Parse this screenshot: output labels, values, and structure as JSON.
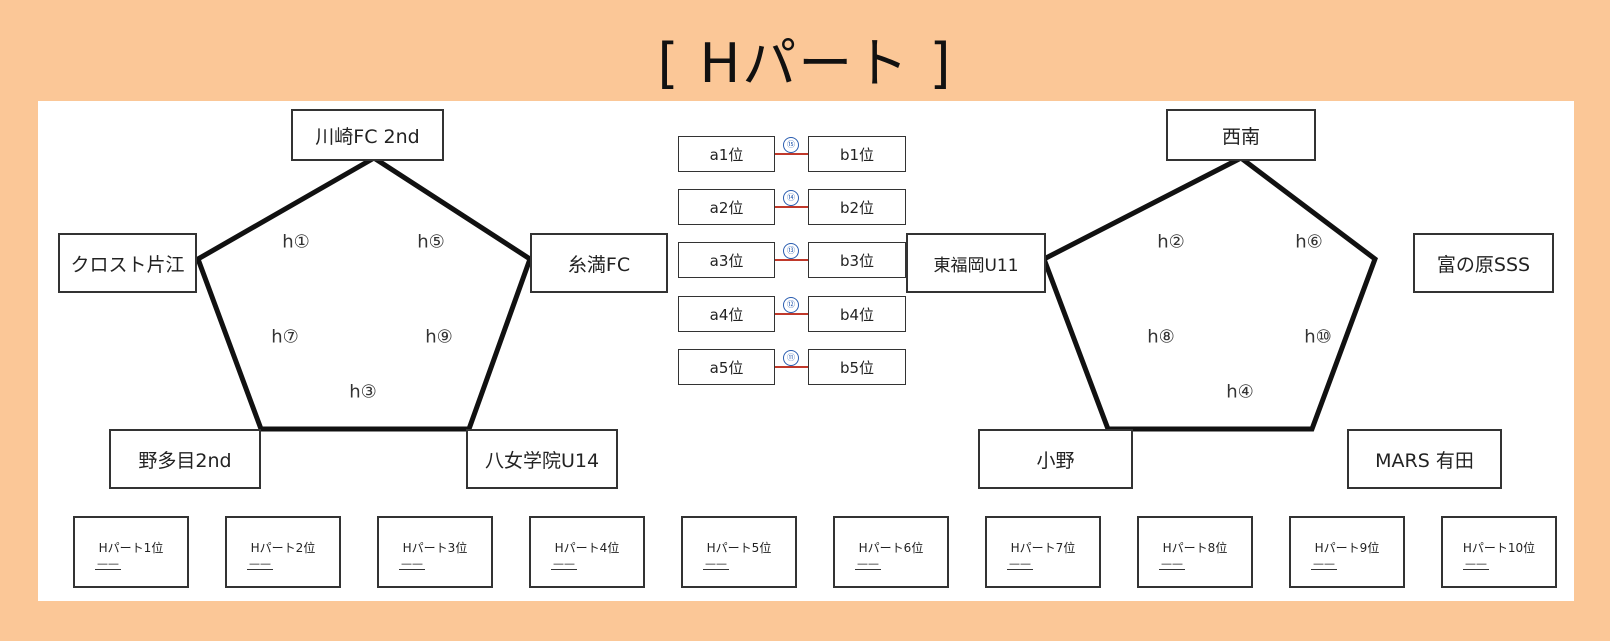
{
  "title": "[ Hパート ]",
  "left_group": {
    "teams": {
      "top": "川崎FC 2nd",
      "left": "クロスト片江",
      "right": "糸満FC",
      "bottom_left": "野多目2nd",
      "bottom_right": "八女学院U14"
    },
    "matches": [
      "h①",
      "h⑤",
      "h⑦",
      "h⑨",
      "h③"
    ]
  },
  "right_group": {
    "teams": {
      "top": "西南",
      "left": "東福岡U11",
      "right": "富の原SSS",
      "bottom_left": "小野",
      "bottom_right": "MARS 有田"
    },
    "matches": [
      "h②",
      "h⑥",
      "h⑧",
      "h⑩",
      "h④"
    ]
  },
  "ranking_matches": [
    {
      "a": "a1位",
      "num": "⑮",
      "b": "b1位"
    },
    {
      "a": "a2位",
      "num": "⑭",
      "b": "b2位"
    },
    {
      "a": "a3位",
      "num": "⑬",
      "b": "b3位"
    },
    {
      "a": "a4位",
      "num": "⑫",
      "b": "b4位"
    },
    {
      "a": "a5位",
      "num": "⑪",
      "b": "b5位"
    }
  ],
  "results": [
    {
      "label": "Hパート1位",
      "value": "——"
    },
    {
      "label": "Hパート2位",
      "value": "——"
    },
    {
      "label": "Hパート3位",
      "value": "——"
    },
    {
      "label": "Hパート4位",
      "value": "——"
    },
    {
      "label": "Hパート5位",
      "value": "——"
    },
    {
      "label": "Hパート6位",
      "value": "——"
    },
    {
      "label": "Hパート7位",
      "value": "——"
    },
    {
      "label": "Hパート8位",
      "value": "——"
    },
    {
      "label": "Hパート9位",
      "value": "——"
    },
    {
      "label": "Hパート10位",
      "value": "——"
    }
  ],
  "colors": {
    "background": "#fbc797",
    "panel": "#ffffff",
    "pentagon_line": "#111111",
    "connector_line": "#c0392b",
    "match_number": "#2a5db0"
  }
}
